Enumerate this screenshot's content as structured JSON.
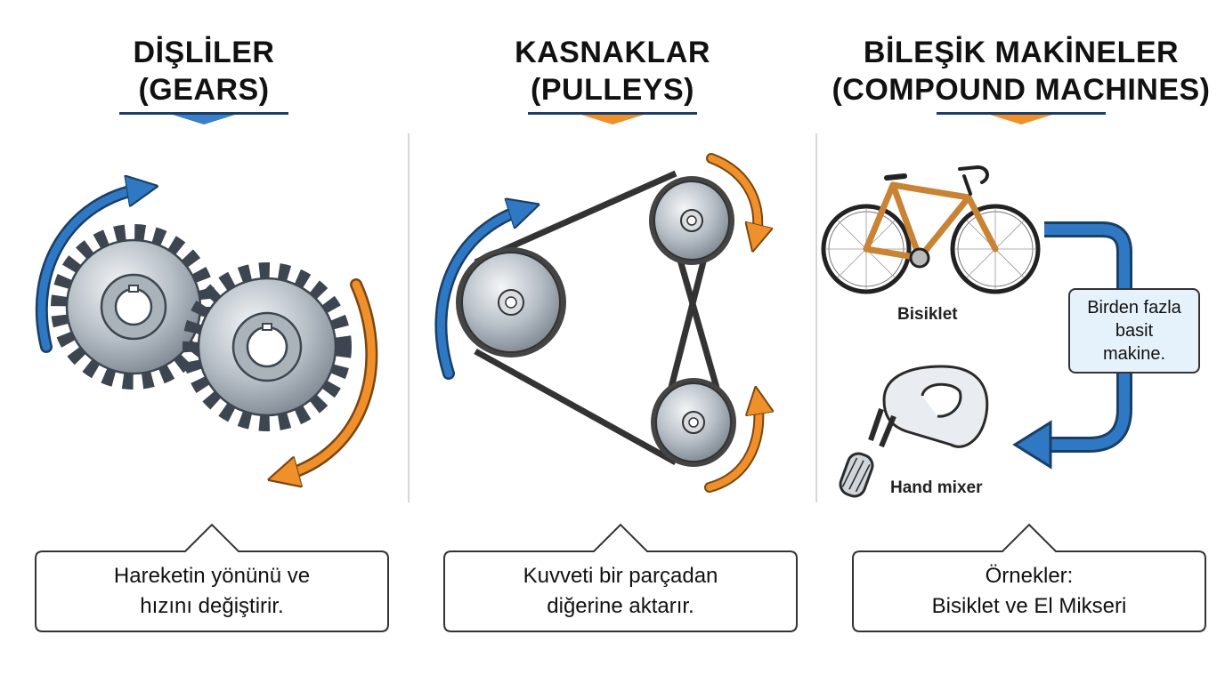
{
  "panels": [
    {
      "title_line1": "DİŞLİLER",
      "title_line2": "(GEARS)",
      "accent": "#3a7fc8",
      "caption_line1": "Hareketin yönünü ve",
      "caption_line2": "hızını değiştirir."
    },
    {
      "title_line1": "KASNAKLAR",
      "title_line2": "(PULLEYS)",
      "accent": "#f0902a",
      "caption_line1": "Kuvveti bir parçadan",
      "caption_line2": "diğerine aktarır."
    },
    {
      "title_line1": "BİLEŞİK MAKİNELER",
      "title_line2": "(COMPOUND MACHINES)",
      "accent": "#f0902a",
      "caption_line1": "Örnekler:",
      "caption_line2": "Bisiklet ve El Mikseri"
    }
  ],
  "compound": {
    "bicycle_label": "Bisiklet",
    "mixer_label": "Hand mixer",
    "note_line1": "Birden fazla",
    "note_line2": "basit",
    "note_line3": "makine."
  },
  "icons": [
    "gear-icon",
    "pulley-icon",
    "bicycle-icon",
    "hand-mixer-icon",
    "arrow-icon"
  ],
  "colors": {
    "blue": "#2f78c4",
    "orange": "#f0902a",
    "metal": "#b9c1c9",
    "belt": "#333333"
  }
}
